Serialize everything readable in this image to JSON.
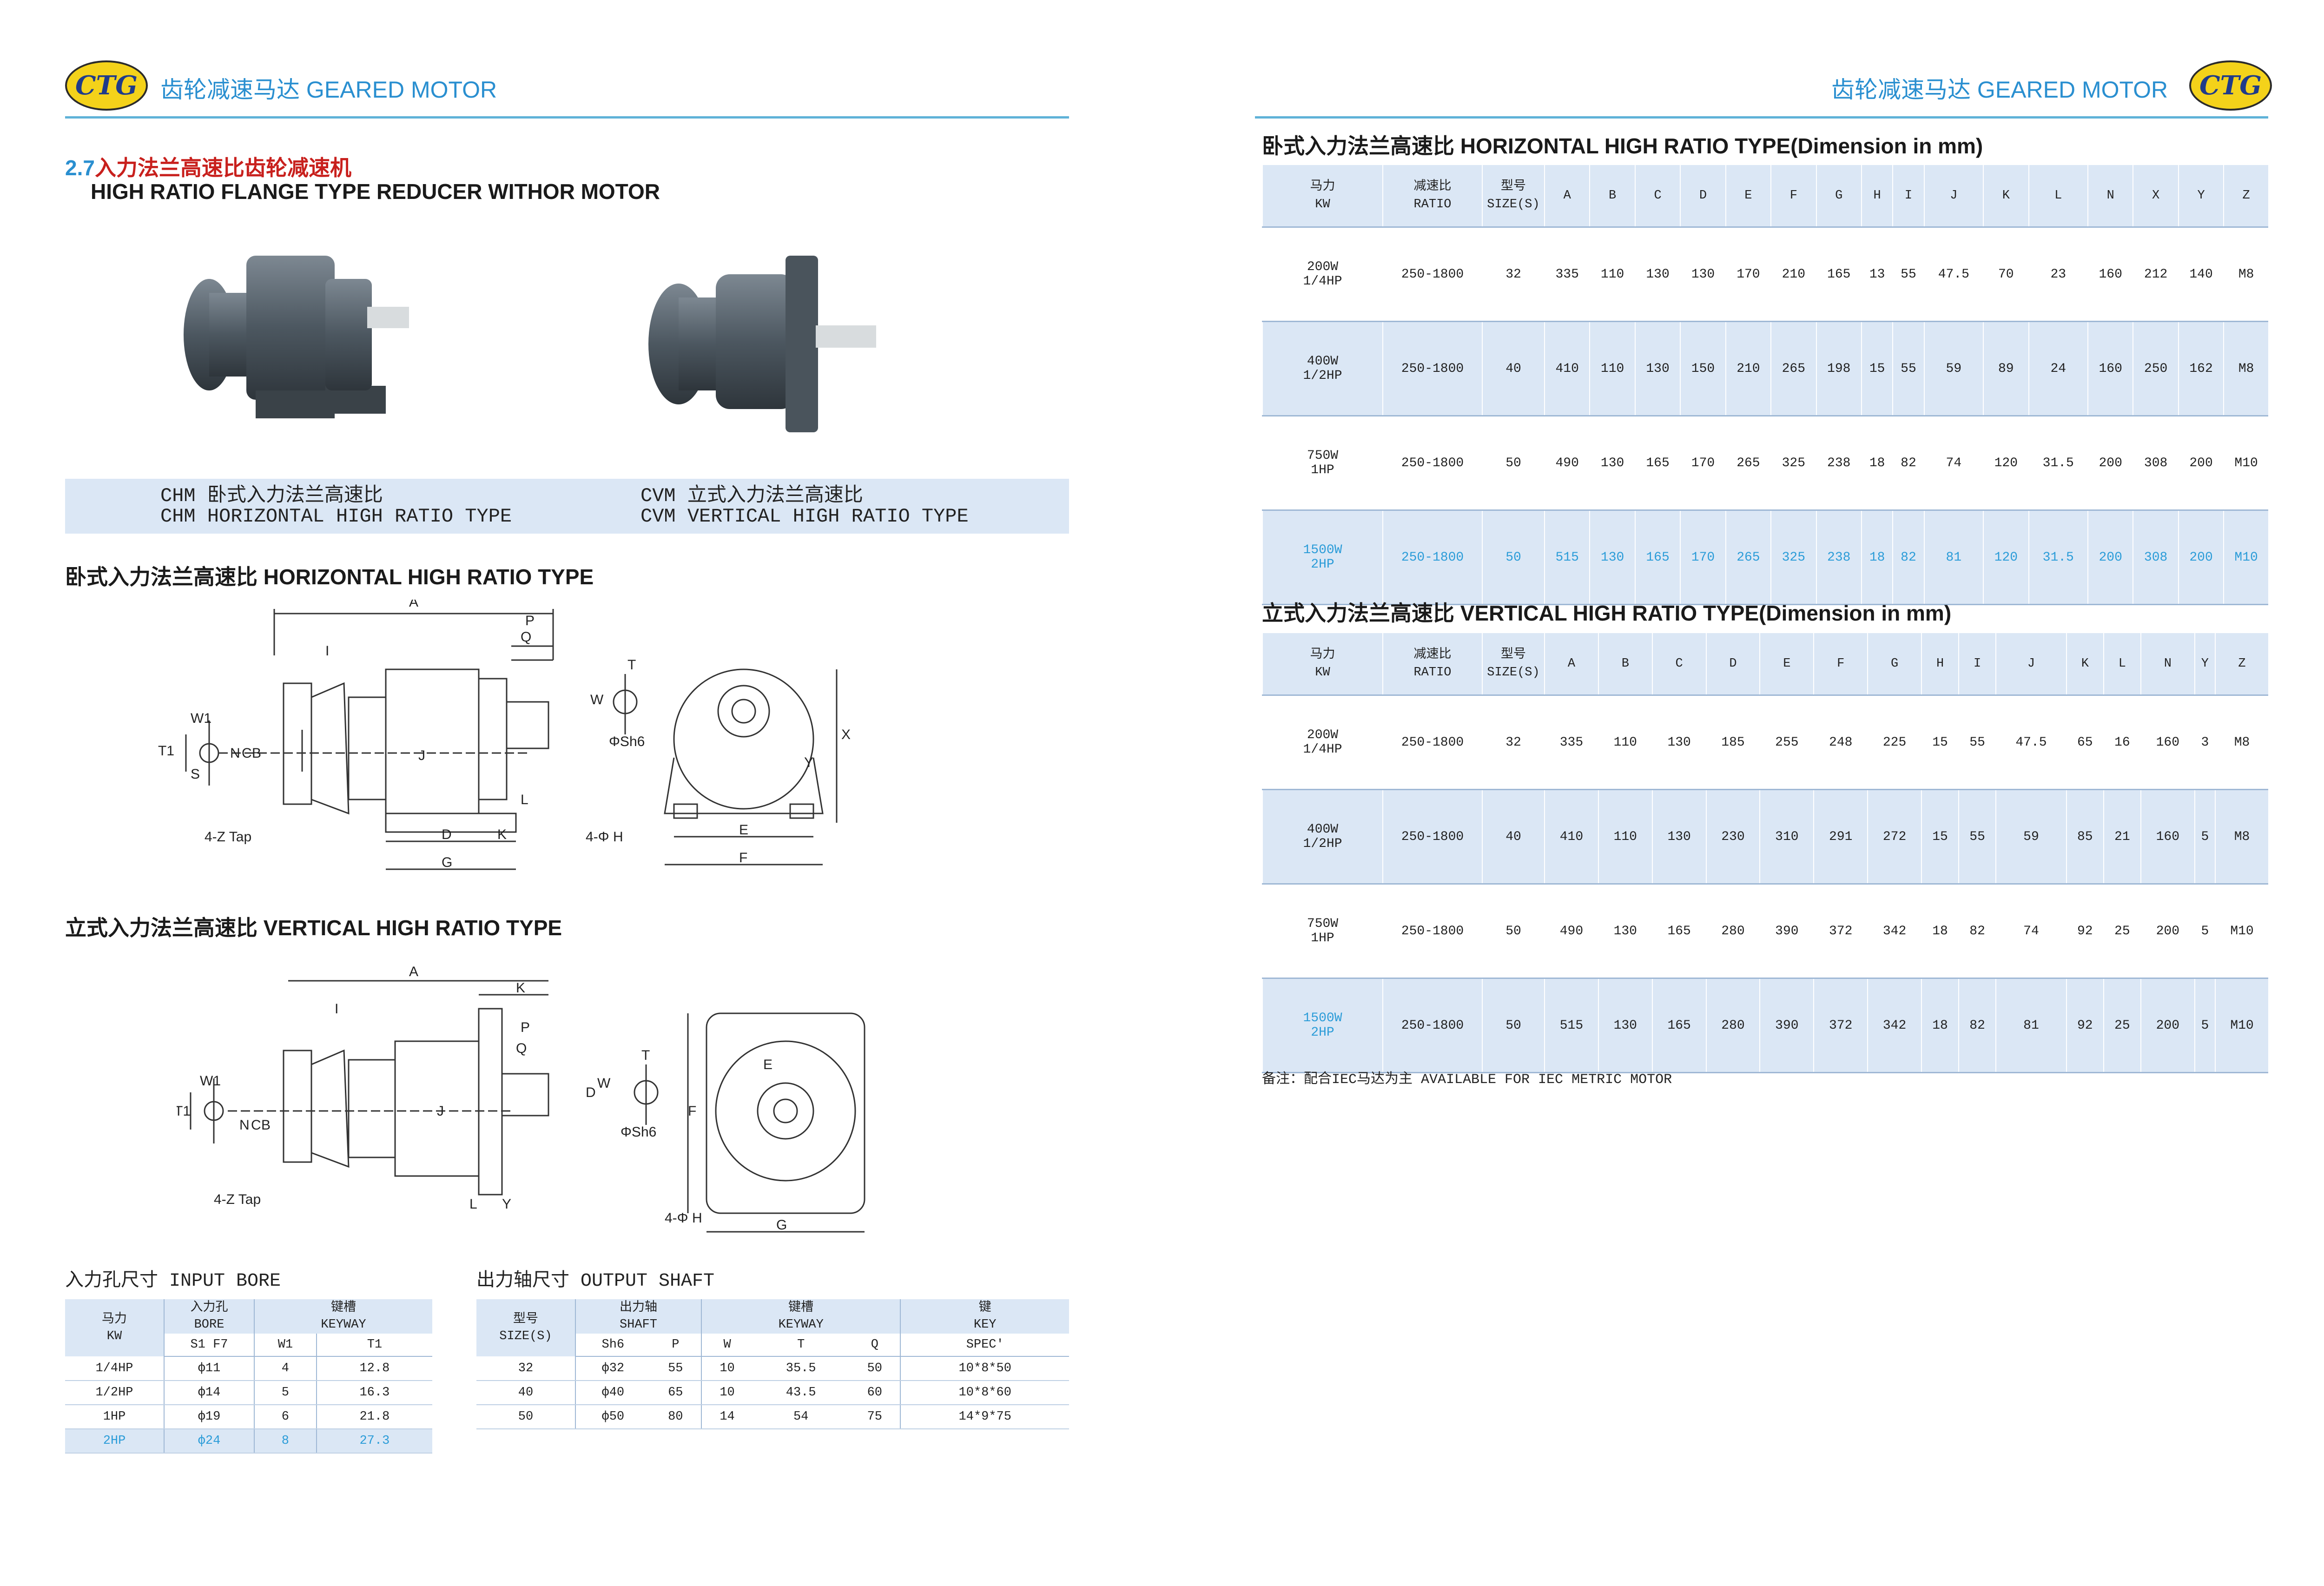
{
  "header": {
    "logo_text": "CTG",
    "title": "齿轮减速马达 GEARED MOTOR"
  },
  "left": {
    "section_num": "2.7",
    "section_cn": "入力法兰高速比齿轮减速机",
    "section_en": "HIGH RATIO FLANGE TYPE REDUCER WITHOR MOTOR",
    "captions": {
      "chm_cn": "CHM 卧式入力法兰高速比",
      "chm_en": "CHM HORIZONTAL HIGH RATIO TYPE",
      "cvm_cn": "CVM 立式入力法兰高速比",
      "cvm_en": "CVM VERTICAL HIGH RATIO TYPE"
    },
    "horizontal_title": "卧式入力法兰高速比 HORIZONTAL HIGH RATIO TYPE",
    "vertical_title": "立式入力法兰高速比 VERTICAL HIGH RATIO TYPE",
    "drawing_labels": {
      "A": "A",
      "P": "P",
      "Q": "Q",
      "I": "I",
      "J": "J",
      "L": "L",
      "D": "D",
      "K": "K",
      "G": "G",
      "N": "N",
      "C": "C",
      "B": "B",
      "W1": "W1",
      "T1": "T1",
      "S": "S",
      "T": "T",
      "W": "W",
      "sh6": "ΦSh6",
      "X": "X",
      "Y": "Y",
      "E": "E",
      "F": "F",
      "tap": "4-Z Tap",
      "hole": "4-Φ H"
    },
    "input_bore": {
      "title": "入力孔尺寸 INPUT BORE",
      "headers": {
        "kw_cn": "马力",
        "kw_en": "KW",
        "bore_cn": "入力孔",
        "bore_en": "BORE",
        "key_cn": "键槽",
        "key_en": "KEYWAY"
      },
      "sub": [
        "S1 F7",
        "W1",
        "T1"
      ],
      "rows": [
        [
          "1/4HP",
          "ф11",
          "4",
          "12.8"
        ],
        [
          "1/2HP",
          "ф14",
          "5",
          "16.3"
        ],
        [
          "1HP",
          "ф19",
          "6",
          "21.8"
        ],
        [
          "2HP",
          "ф24",
          "8",
          "27.3"
        ]
      ]
    },
    "output_shaft": {
      "title": "出力轴尺寸 OUTPUT SHAFT",
      "headers": {
        "size_cn": "型号",
        "size_en": "SIZE(S)",
        "shaft_cn": "出力轴",
        "shaft_en": "SHAFT",
        "key_cn": "键槽",
        "key_en": "KEYWAY",
        "k_cn": "键",
        "k_en": "KEY"
      },
      "sub": [
        "Sh6",
        "P",
        "W",
        "T",
        "Q",
        "SPEC'"
      ],
      "rows": [
        [
          "32",
          "ф32",
          "55",
          "10",
          "35.5",
          "50",
          "10*8*50"
        ],
        [
          "40",
          "ф40",
          "65",
          "10",
          "43.5",
          "60",
          "10*8*60"
        ],
        [
          "50",
          "ф50",
          "80",
          "14",
          "54",
          "75",
          "14*9*75"
        ]
      ]
    }
  },
  "right": {
    "h_table": {
      "title": "卧式入力法兰高速比 HORIZONTAL HIGH RATIO TYPE(Dimension in mm)",
      "head": [
        [
          "马力",
          "KW"
        ],
        [
          "减速比",
          "RATIO"
        ],
        [
          "型号",
          "SIZE(S)"
        ],
        [
          "A"
        ],
        [
          "B"
        ],
        [
          "C"
        ],
        [
          "D"
        ],
        [
          "E"
        ],
        [
          "F"
        ],
        [
          "G"
        ],
        [
          "H"
        ],
        [
          "I"
        ],
        [
          "J"
        ],
        [
          "K"
        ],
        [
          "L"
        ],
        [
          "N"
        ],
        [
          "X"
        ],
        [
          "Y"
        ],
        [
          "Z"
        ]
      ],
      "rows": [
        [
          [
            "200W",
            "1/4HP"
          ],
          "250-1800",
          "32",
          "335",
          "110",
          "130",
          "130",
          "170",
          "210",
          "165",
          "13",
          "55",
          "47.5",
          "70",
          "23",
          "160",
          "212",
          "140",
          "M8"
        ],
        [
          [
            "400W",
            "1/2HP"
          ],
          "250-1800",
          "40",
          "410",
          "110",
          "130",
          "150",
          "210",
          "265",
          "198",
          "15",
          "55",
          "59",
          "89",
          "24",
          "160",
          "250",
          "162",
          "M8"
        ],
        [
          [
            "750W",
            "1HP"
          ],
          "250-1800",
          "50",
          "490",
          "130",
          "165",
          "170",
          "265",
          "325",
          "238",
          "18",
          "82",
          "74",
          "120",
          "31.5",
          "200",
          "308",
          "200",
          "M10"
        ],
        [
          [
            "1500W",
            "2HP"
          ],
          "250-1800",
          "50",
          "515",
          "130",
          "165",
          "170",
          "265",
          "325",
          "238",
          "18",
          "82",
          "81",
          "120",
          "31.5",
          "200",
          "308",
          "200",
          "M10"
        ]
      ]
    },
    "v_table": {
      "title": "立式入力法兰高速比 VERTICAL HIGH RATIO TYPE(Dimension in mm)",
      "head": [
        [
          "马力",
          "KW"
        ],
        [
          "减速比",
          "RATIO"
        ],
        [
          "型号",
          "SIZE(S)"
        ],
        [
          "A"
        ],
        [
          "B"
        ],
        [
          "C"
        ],
        [
          "D"
        ],
        [
          "E"
        ],
        [
          "F"
        ],
        [
          "G"
        ],
        [
          "H"
        ],
        [
          "I"
        ],
        [
          "J"
        ],
        [
          "K"
        ],
        [
          "L"
        ],
        [
          "N"
        ],
        [
          "Y"
        ],
        [
          "Z"
        ]
      ],
      "rows": [
        [
          [
            "200W",
            "1/4HP"
          ],
          "250-1800",
          "32",
          "335",
          "110",
          "130",
          "185",
          "255",
          "248",
          "225",
          "15",
          "55",
          "47.5",
          "65",
          "16",
          "160",
          "3",
          "M8"
        ],
        [
          [
            "400W",
            "1/2HP"
          ],
          "250-1800",
          "40",
          "410",
          "110",
          "130",
          "230",
          "310",
          "291",
          "272",
          "15",
          "55",
          "59",
          "85",
          "21",
          "160",
          "5",
          "M8"
        ],
        [
          [
            "750W",
            "1HP"
          ],
          "250-1800",
          "50",
          "490",
          "130",
          "165",
          "280",
          "390",
          "372",
          "342",
          "18",
          "82",
          "74",
          "92",
          "25",
          "200",
          "5",
          "M10"
        ],
        [
          [
            "1500W",
            "2HP"
          ],
          "250-1800",
          "50",
          "515",
          "130",
          "165",
          "280",
          "390",
          "372",
          "342",
          "18",
          "82",
          "81",
          "92",
          "25",
          "200",
          "5",
          "M10"
        ]
      ]
    },
    "note": "备注：配合IEC马达为主 AVAILABLE FOR IEC METRIC MOTOR"
  }
}
